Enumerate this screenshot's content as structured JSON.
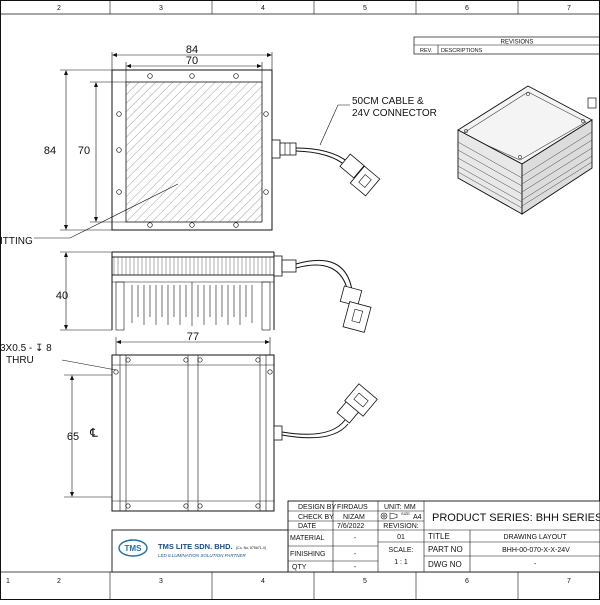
{
  "border": {
    "columns": [
      "1",
      "2",
      "3",
      "4",
      "5",
      "6",
      "7"
    ]
  },
  "revisions": {
    "title": "REVISIONS",
    "rev_label": "REV.",
    "desc_label": "DESCRIPTIONS"
  },
  "top_view": {
    "outer_width": "84",
    "inner_width": "70",
    "outer_height": "84",
    "inner_height": "70",
    "cable_note_line1": "50CM CABLE &",
    "cable_note_line2": "24V CONNECTOR",
    "fitting_label": "ITTING"
  },
  "side_view": {
    "height": "40"
  },
  "bottom_view": {
    "width": "77",
    "height": "65",
    "hole_note_line1": "3X0.5 - ↧ 8",
    "hole_note_line2": "THRU",
    "centerline": "℄"
  },
  "title_block": {
    "design_by_label": "DESIGN BY",
    "design_by_value": "FIRDAUS",
    "check_by_label": "CHECK BY",
    "check_by_value": "NIZAM",
    "date_label": "DATE",
    "date_value": "7/6/2022",
    "material_label": "MATERIAL",
    "material_value": "-",
    "finishing_label": "FINISHING",
    "finishing_value": "-",
    "qty_label": "QTY",
    "qty_value": "-",
    "unit_label": "UNIT:",
    "unit_value": "MM",
    "size_label": "SIZE",
    "size_value": "A4",
    "revision_label": "REVISION:",
    "revision_value": "01",
    "scale_label": "SCALE:",
    "scale_value": "1 : 1",
    "product_series": "PRODUCT SERIES: BHH SERIES",
    "title_label": "TITLE",
    "title_value": "DRAWING LAYOUT",
    "part_no_label": "PART NO",
    "part_no_value": "BHH-00-070-X-X-24V",
    "dwg_no_label": "DWG NO",
    "dwg_no_value": "-",
    "company_logo": "TMS",
    "company_name": "TMS LITE SDN. BHD.",
    "company_reg": "(Co. No. 875671-V)",
    "company_tagline": "LED ILLUMINATION SOLUTION PARTNER"
  }
}
